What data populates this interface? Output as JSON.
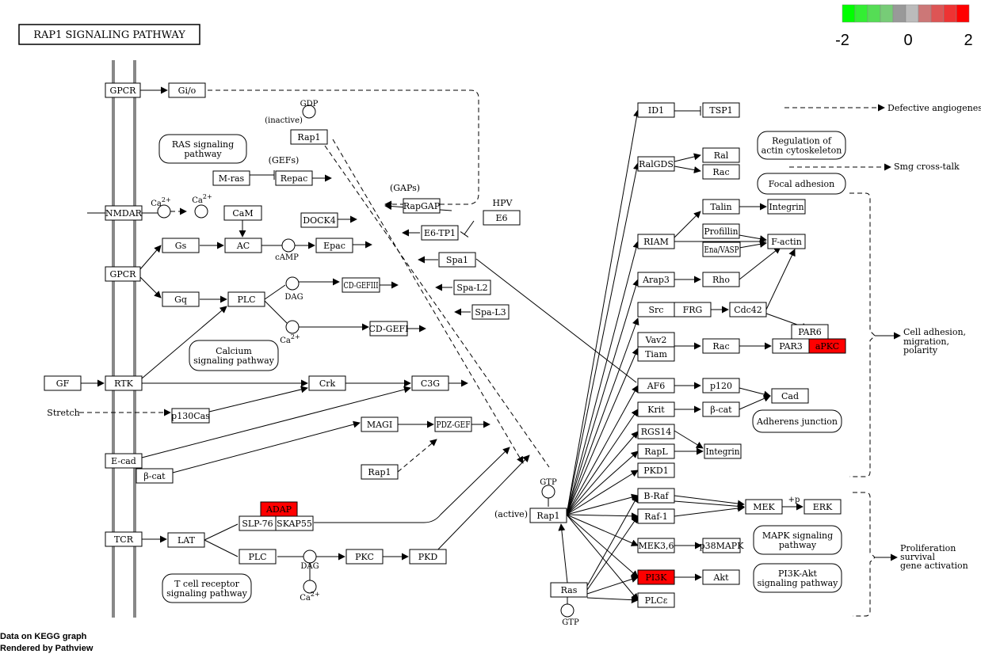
{
  "title": "RAP1 SIGNALING PATHWAY",
  "legend": {
    "labels": [
      "-2",
      "0",
      "2"
    ],
    "colors": [
      "#00ff00",
      "#33ee33",
      "#55dd55",
      "#77cc77",
      "#999999",
      "#bbbbbb",
      "#cc7777",
      "#dd5555",
      "#ee3333",
      "#ff0000"
    ]
  },
  "footer": [
    "Data on KEGG graph",
    "Rendered by Pathview"
  ],
  "colors": {
    "highlight": "#ff0000",
    "membrane": "#888888"
  },
  "boxes": {
    "gpcr1": "GPCR",
    "gio": "Gi/o",
    "nmdar": "NMDAR",
    "cam": "CaM",
    "gs": "Gs",
    "ac": "AC",
    "epac": "Epac",
    "gpcr2": "GPCR",
    "gq": "Gq",
    "plc1": "PLC",
    "cdgef3": "CD-GEFIII",
    "cdgef1": "CD-GEFI",
    "gf": "GF",
    "rtk": "RTK",
    "crk": "Crk",
    "c3g": "C3G",
    "p130cas": "p130Cas",
    "magi": "MAGI",
    "pdzgef": "PDZ-GEF",
    "ecad": "E-cad",
    "bcat1": "β-cat",
    "rap1c": "Rap1",
    "adap": "ADAP",
    "slp76": "SLP-76",
    "skap55": "SKAP55",
    "tcr": "TCR",
    "lat": "LAT",
    "plc2": "PLC",
    "pkc": "PKC",
    "pkd": "PKD",
    "rap1i": "Rap1",
    "mras": "M-ras",
    "repac": "Repac",
    "rapgap": "RapGAP",
    "e6": "E6",
    "dock4": "DOCK4",
    "e6tp1": "E6-TP1",
    "spa1": "Spa1",
    "spal2": "Spa-L2",
    "spal3": "Spa-L3",
    "rap1a": "Rap1",
    "ras": "Ras",
    "id1": "ID1",
    "tsp1": "TSP1",
    "ralgds": "RalGDS",
    "ral": "Ral",
    "rac1": "Rac",
    "talin": "Talin",
    "integrin1": "Integrin",
    "profilin": "Profillin",
    "riam": "RIAM",
    "enavasp": "Ena/VASP",
    "factin": "F-actin",
    "arap3": "Arap3",
    "rho": "Rho",
    "src": "Src",
    "frg": "FRG",
    "cdc42": "Cdc42",
    "par6": "PAR6",
    "par3": "PAR3",
    "apkc": "aPKC",
    "vav2": "Vav2",
    "tiam": "Tiam",
    "rac2": "Rac",
    "af6": "AF6",
    "p120": "p120",
    "cad": "Cad",
    "krit": "Krit",
    "bcat2": "β-cat",
    "rgs14": "RGS14",
    "rapl": "RapL",
    "integrin2": "Integrin",
    "pkd1": "PKD1",
    "braf": "B-Raf",
    "raf1": "Raf-1",
    "mek": "MEK",
    "erk": "ERK",
    "mek36": "MEK3,6",
    "p38": "p38MAPK",
    "pi3k": "PI3K",
    "akt": "Akt",
    "plce": "PLCε"
  },
  "maps": {
    "ras": "RAS signaling pathway",
    "calcium": "Calcium signaling pathway",
    "tcr": "T cell receptor signaling pathway",
    "actin": "Regulation of actin cytoskeleton",
    "focal": "Focal adhesion",
    "adherens": "Adherens junction",
    "mapk": "MAPK signaling pathway",
    "pi3k": "PI3K-Akt signaling pathway"
  },
  "labels": {
    "gdp": "GDP",
    "inactive": "(inactive)",
    "gefs": "(GEFs)",
    "gaps": "(GAPs)",
    "hpv": "HPV",
    "gtp1": "GTP",
    "active": "(active)",
    "gtp2": "GTP",
    "stretch": "Stretch",
    "ca1": "Ca",
    "ca2": "Ca",
    "camp": "cAMP",
    "dag1": "DAG",
    "ca3": "Ca",
    "dag2": "DAG",
    "ca4": "Ca",
    "sup": "2+",
    "plusp": "+p",
    "defective": "Defective angiogenesis",
    "smg": "Smg cross-talk",
    "adhesion": [
      "Cell adhesion,",
      "migration,",
      "polarity"
    ],
    "prolif": [
      "Proliferation",
      "survival",
      "gene activation"
    ]
  }
}
